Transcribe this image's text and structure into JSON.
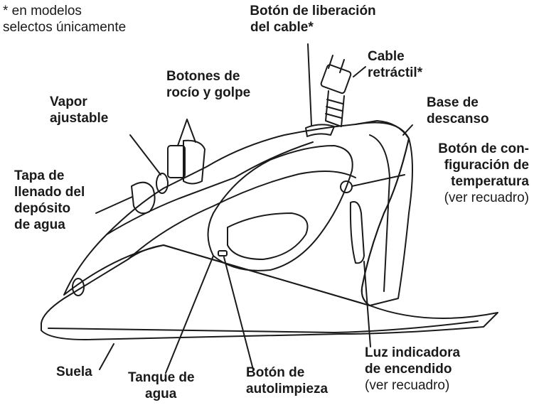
{
  "note": [
    "* en modelos",
    "selectos únicamente"
  ],
  "labels": {
    "cord_release": [
      "Botón de liberación",
      "del cable*"
    ],
    "retractable_cord": [
      "Cable",
      "retráctil*"
    ],
    "spray_shot": [
      "Botones de",
      "rocío y golpe"
    ],
    "adjustable_steam": [
      "Vapor",
      "ajustable"
    ],
    "heel_rest": [
      "Base de",
      "descanso"
    ],
    "temp_button": [
      "Botón de con-",
      "figuración de",
      "temperatura"
    ],
    "temp_button_note": "(ver recuadro)",
    "fill_cover": [
      "Tapa de",
      "llenado del",
      "depósito",
      "de agua"
    ],
    "soleplate": "Suela",
    "water_tank": [
      "Tanque de",
      "agua"
    ],
    "self_clean": [
      "Botón de",
      "autolimpieza"
    ],
    "power_light": [
      "Luz indicadora",
      "de encendido"
    ],
    "power_light_note": "(ver recuadro)"
  },
  "colors": {
    "line": "#1a1a1a",
    "background": "#ffffff"
  }
}
